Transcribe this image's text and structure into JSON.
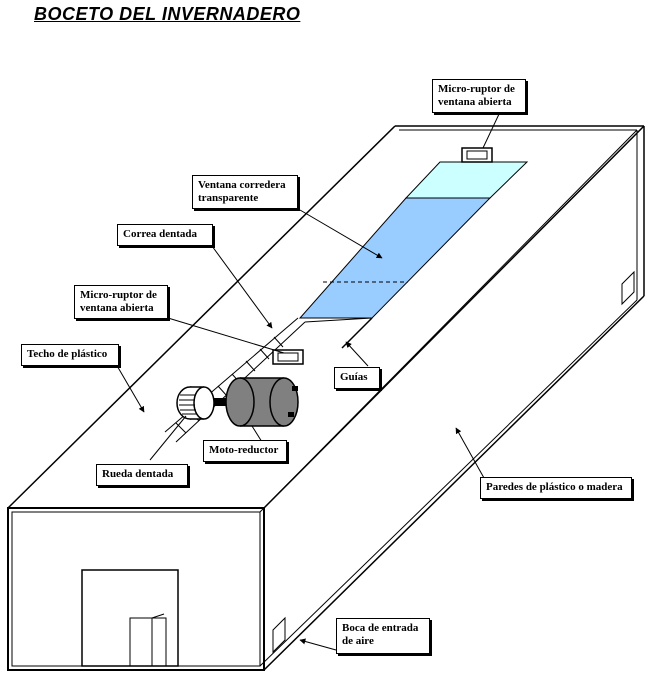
{
  "title": "BOCETO DEL INVERNADERO",
  "labels": {
    "microruptor_top": "Micro-ruptor de\nventana abierta",
    "ventana": "Ventana corredera\ntransparente",
    "correa": "Correa dentada",
    "microruptor_mid": "Micro-ruptor de\nventana abierta",
    "techo": "Techo de plástico",
    "guias": "Guías",
    "motor": "Moto-reductor",
    "rueda": "Rueda dentada",
    "paredes": "Paredes de plástico o madera",
    "boca": "Boca de entrada\nde aire"
  },
  "colors": {
    "window_light": "#ccffff",
    "window_blue": "#99ccff",
    "motor_gray": "#808080",
    "line": "#000000"
  }
}
